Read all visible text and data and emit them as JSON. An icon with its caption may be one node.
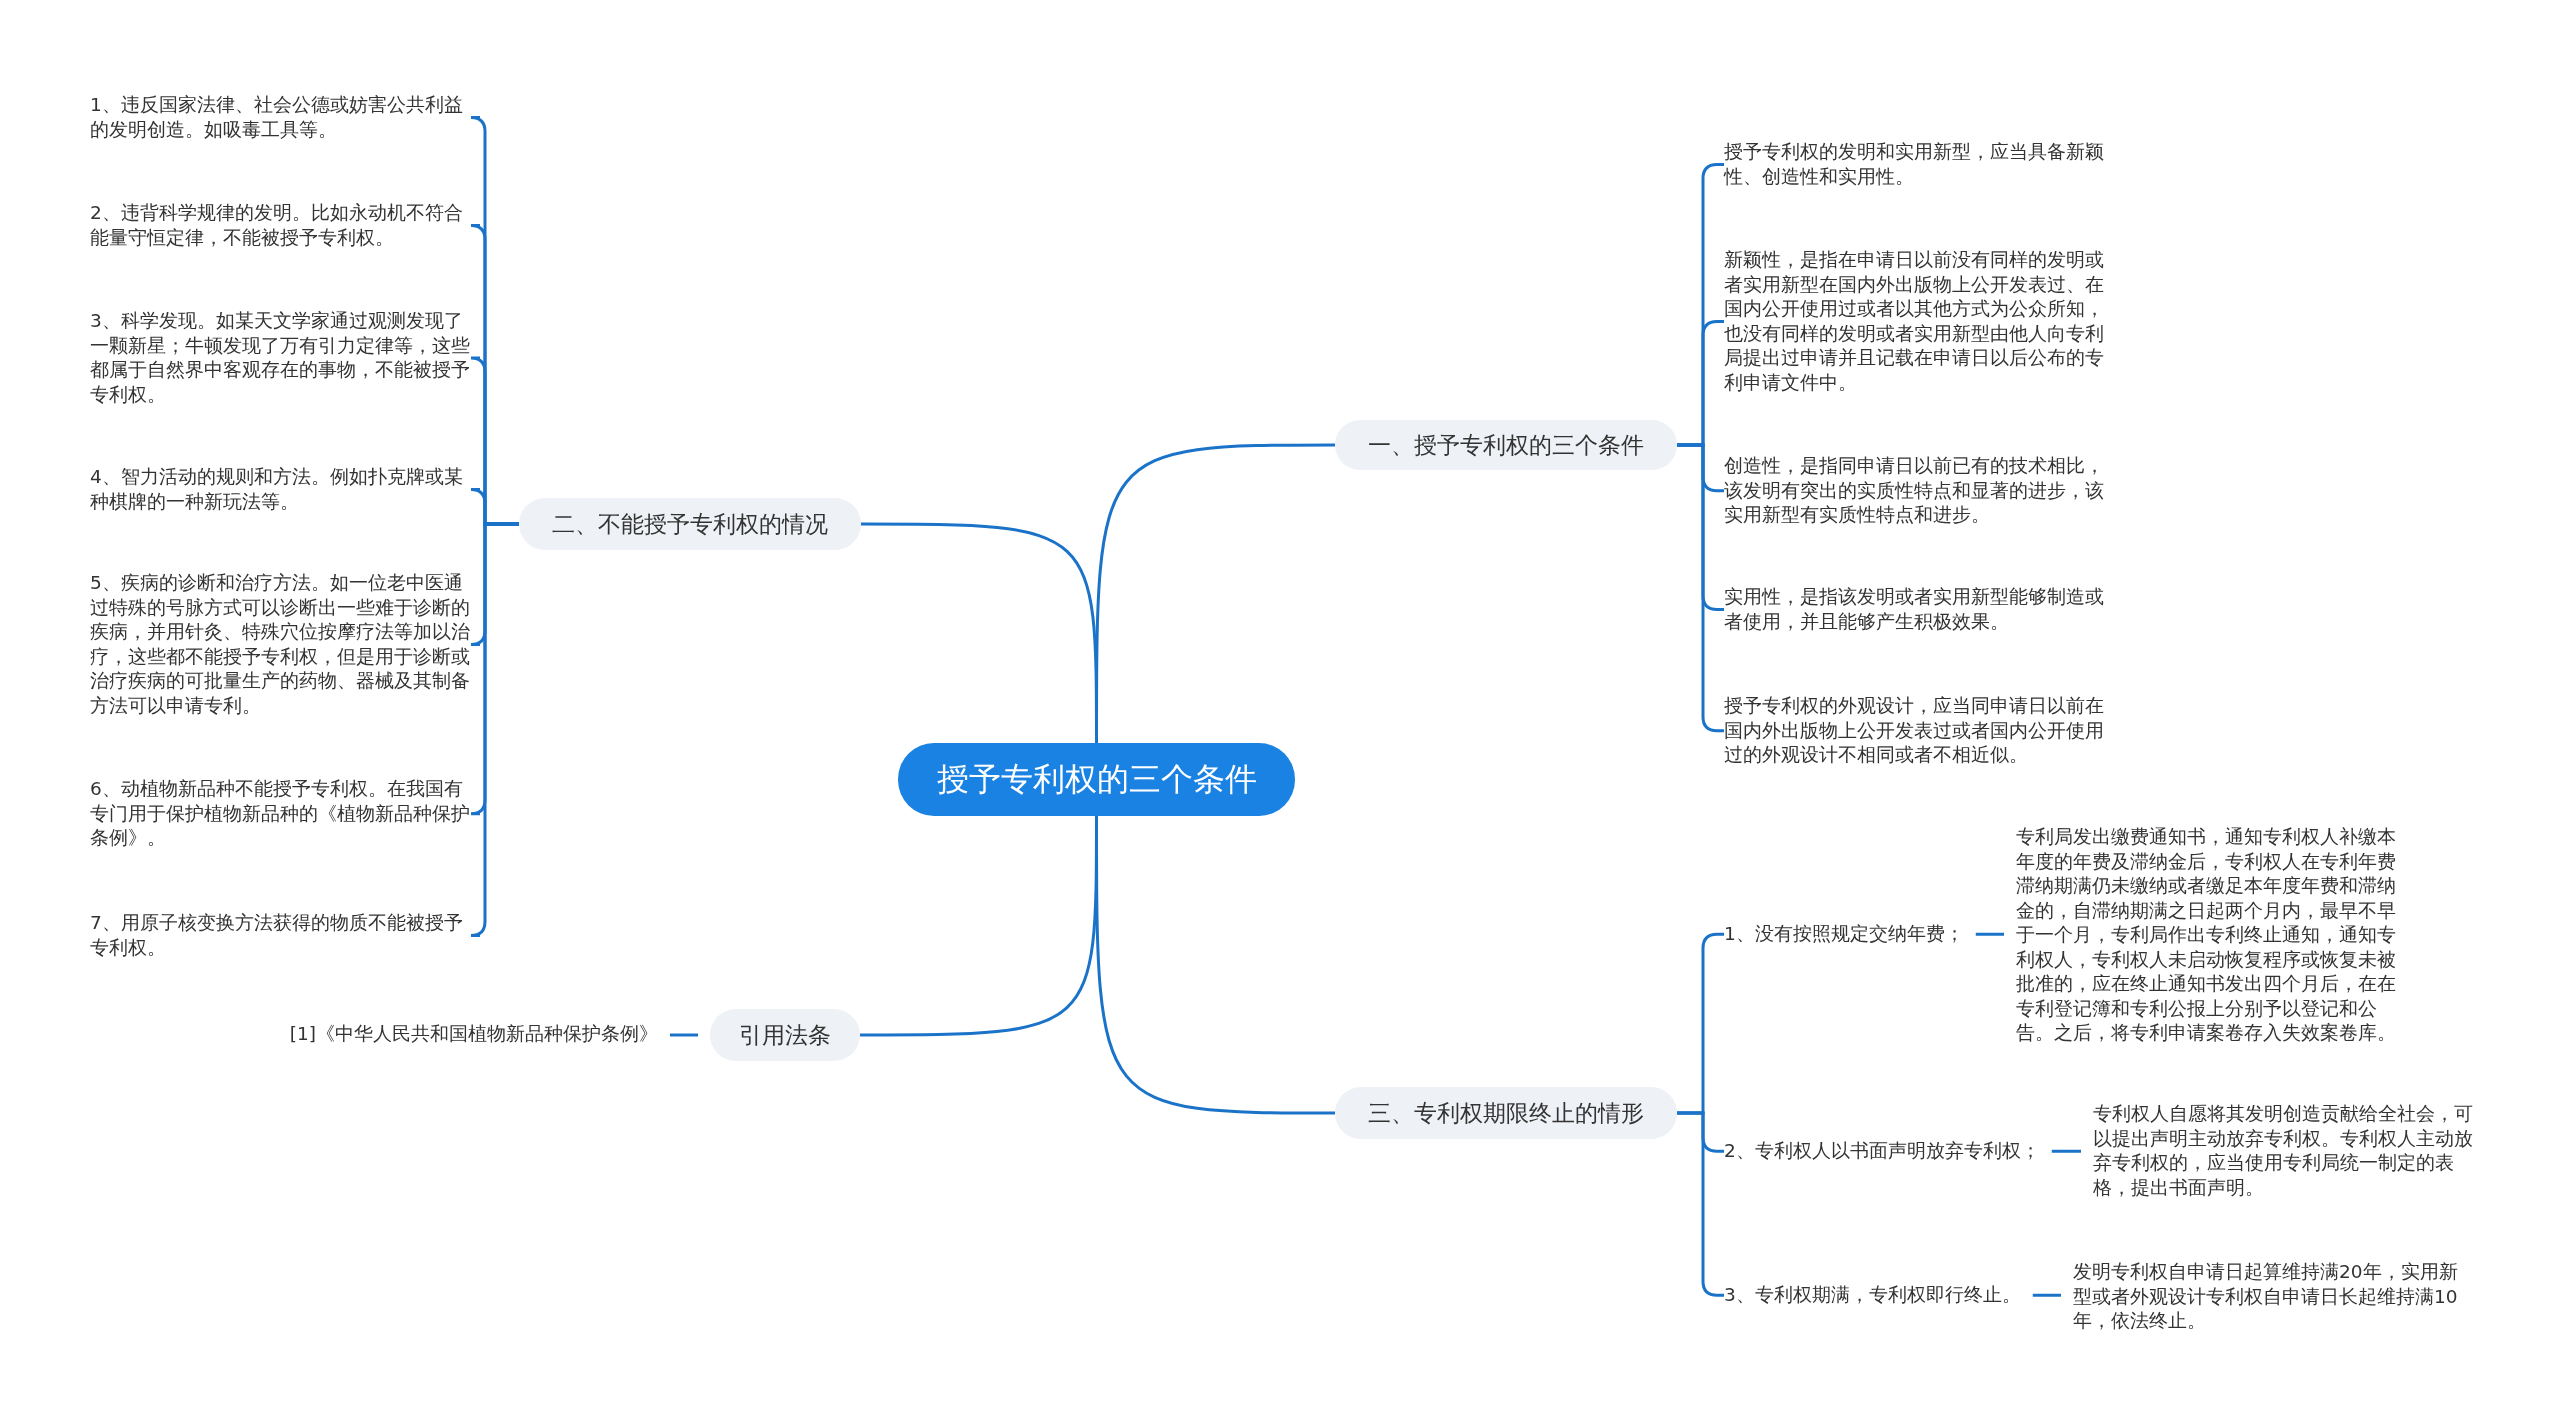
{
  "diagram": {
    "nodes": [
      {
        "text": [
          "授予专利权的三个条件"
        ]
      },
      {
        "text": [
          "一、授予专利权的三个条件"
        ]
      },
      {
        "text": [
          "授予专利权的发明和实用新型，应当具备新颖性、创造性和实用性。"
        ]
      },
      {
        "text": [
          "新颖性，是指在申请日以前没有同样的发明或者实用新型在国内外出版物上公开发表过、在国内公开使用过或者以其他方式为公众所知，也没有同样的发明或者实用新型由他人向专利局提出过申请并且记载在申请日以后公布的专利申请文件中。"
        ]
      },
      {
        "text": [
          "创造性，是指同申请日以前已有的技术相比，该发明有突出的实质性特点和显著的进步，该实用新型有实质性特点和进步。"
        ]
      },
      {
        "text": [
          "实用性，是指该发明或者实用新型能够制造或者使用，并且能够产生积极效果。"
        ]
      },
      {
        "text": [
          "授予专利权的外观设计，应当同申请日以前在国内外出版物上公开发表过或者国内公开使用过的外观设计不相同或者不相近似。"
        ]
      },
      {
        "text": [
          "二、不能授予专利权的情况"
        ]
      },
      {
        "text": [
          "1、违反国家法律、社会公德或妨害公共利益的发明创造。如吸毒工具等。"
        ]
      },
      {
        "text": [
          "2、违背科学规律的发明。比如永动机不符合能量守恒定律，不能被授予专利权。"
        ]
      },
      {
        "text": [
          "3、科学发现。如某天文学家通过观测发现了一颗新星；牛顿发现了万有引力定律等，这些都属于自然界中客观存在的事物，不能被授予专利权。"
        ]
      },
      {
        "text": [
          "4、智力活动的规则和方法。例如扑克牌或某种棋牌的一种新玩法等。"
        ]
      },
      {
        "text": [
          "5、疾病的诊断和治疗方法。如一位老中医通过特殊的号脉方式可以诊断出一些难于诊断的疾病，并用针灸、特殊穴位按摩疗法等加以治疗，这些都不能授予专利权，但是用于诊断或治疗疾病的可批量生产的药物、器械及其制备方法可以申请专利。"
        ]
      },
      {
        "text": [
          "6、动植物新品种不能授予专利权。在我国有专门用于保护植物新品种的《植物新品种保护条例》。"
        ]
      },
      {
        "text": [
          "7、用原子核变换方法获得的物质不能被授予专利权。"
        ]
      },
      {
        "text": [
          "引用法条"
        ]
      },
      {
        "text": [
          "[1]《中华人民共和国植物新品种保护条例》"
        ]
      },
      {
        "text": [
          "三、专利权期限终止的情形"
        ]
      },
      {
        "text": [
          "1、没有按照规定交纳年费；"
        ]
      },
      {
        "text": [
          "专利局发出缴费通知书，通知专利权人补缴本年度的年费及滞纳金后，专利权人在专利年费滞纳期满仍未缴纳或者缴足本年度年费和滞纳金的，自滞纳期满之日起两个月内，最早不早于一个月，专利局作出专利终止通知，通知专利权人，专利权人未启动恢复程序或恢复未被批准的，应在终止通知书发出四个月后，在在专利登记簿和专利公报上分别予以登记和公告。之后，将专利申请案卷存入失效案卷库。"
        ]
      },
      {
        "text": [
          "2、专利权人以书面声明放弃专利权；"
        ]
      },
      {
        "text": [
          "专利权人自愿将其发明创造贡献给全社会，可以提出声明主动放弃专利权。专利权人主动放弃专利权的，应当使用专利局统一制定的表格，提出书面声明。"
        ]
      },
      {
        "text": [
          "3、专利权期满，专利权即行终止。"
        ]
      },
      {
        "text": [
          "发明专利权自申请日起算维持满20年，实用新型或者外观设计专利权自申请日长起维持满10年，依法终止。"
        ]
      }
    ],
    "edges": [
      {
        "from": 0,
        "to": 1,
        "arrow": "none"
      },
      {
        "from": 1,
        "to": 2,
        "arrow": "none"
      },
      {
        "from": 1,
        "to": 3,
        "arrow": "none"
      },
      {
        "from": 1,
        "to": 4,
        "arrow": "none"
      },
      {
        "from": 1,
        "to": 5,
        "arrow": "none"
      },
      {
        "from": 1,
        "to": 6,
        "arrow": "none"
      },
      {
        "from": 0,
        "to": 7,
        "arrow": "none"
      },
      {
        "from": 7,
        "to": 8,
        "arrow": "none"
      },
      {
        "from": 7,
        "to": 9,
        "arrow": "none"
      },
      {
        "from": 7,
        "to": 10,
        "arrow": "none"
      },
      {
        "from": 7,
        "to": 11,
        "arrow": "none"
      },
      {
        "from": 7,
        "to": 12,
        "arrow": "none"
      },
      {
        "from": 7,
        "to": 13,
        "arrow": "none"
      },
      {
        "from": 7,
        "to": 14,
        "arrow": "none"
      },
      {
        "from": 0,
        "to": 15,
        "arrow": "none"
      },
      {
        "from": 15,
        "to": 16,
        "arrow": "none"
      },
      {
        "from": 0,
        "to": 17,
        "arrow": "none"
      },
      {
        "from": 17,
        "to": 18,
        "arrow": "none"
      },
      {
        "from": 18,
        "to": 19,
        "arrow": "none"
      },
      {
        "from": 17,
        "to": 20,
        "arrow": "none"
      },
      {
        "from": 20,
        "to": 21,
        "arrow": "none"
      },
      {
        "from": 17,
        "to": 22,
        "arrow": "none"
      },
      {
        "from": 22,
        "to": 23,
        "arrow": "none"
      }
    ]
  }
}
